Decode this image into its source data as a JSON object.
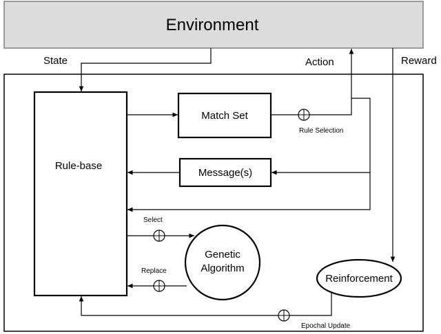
{
  "environment": {
    "label": "Environment",
    "fill": "#dcdcdc"
  },
  "signals": {
    "state": "State",
    "action": "Action",
    "reward": "Reward"
  },
  "blocks": {
    "rule_base": "Rule-base",
    "match_set": "Match Set",
    "messages": "Message(s)",
    "ga_line1": "Genetic",
    "ga_line2": "Algorithm",
    "reinforcement": "Reinforcement"
  },
  "operations": {
    "rule_selection": "Rule Selection",
    "select": "Select",
    "replace": "Replace",
    "epochal_update": "Epochal Update"
  }
}
